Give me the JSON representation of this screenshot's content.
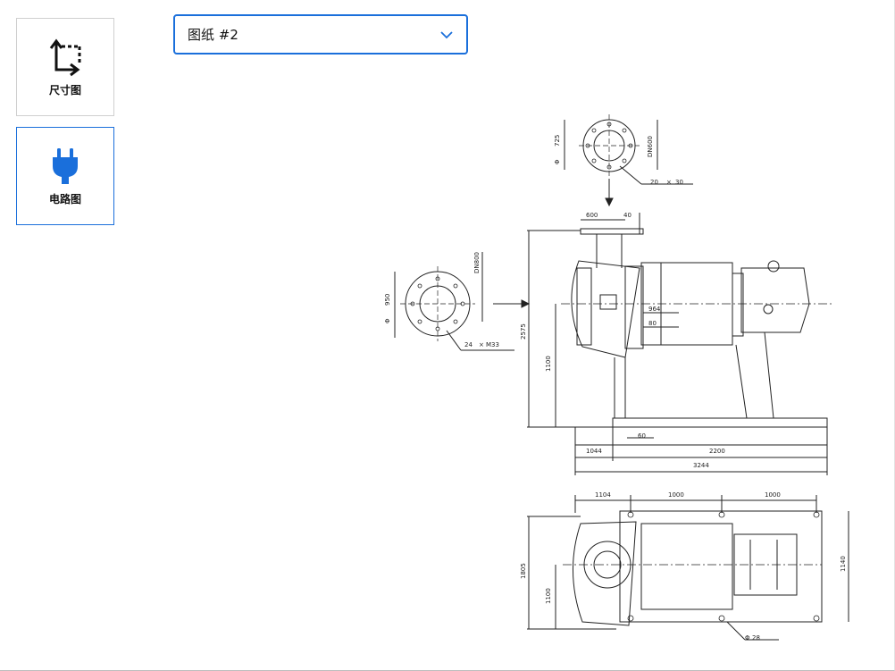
{
  "sidebar": {
    "items": [
      {
        "label": "尺寸图",
        "icon": "dimension-crop-icon",
        "active": false
      },
      {
        "label": "电路图",
        "icon": "plug-icon",
        "active": true
      }
    ]
  },
  "drawing_select": {
    "value": "图纸 #2",
    "icon": "chevron-down-icon"
  },
  "colors": {
    "accent": "#1a6fdb",
    "border": "#cfcfcf"
  },
  "drawing": {
    "labels": {
      "top_flange_dia": "725",
      "top_flange_dn": "DN600",
      "top_bolts_count": "20",
      "top_bolts_size": "30",
      "dim_600": "600",
      "dim_40": "40",
      "left_flange_dia": "950",
      "left_flange_dn": "DN800",
      "left_bolts_count": "24",
      "left_bolts_size": "M33",
      "height_total": "2575",
      "height_axis": "1100",
      "shaft_964": "964",
      "shaft_80": "80",
      "dim_60": "60",
      "dim_1044": "1044",
      "dim_2200": "2200",
      "dim_3244": "3244",
      "plan_1104": "1104",
      "plan_1000a": "1000",
      "plan_1000b": "1000",
      "plan_1805": "1805",
      "plan_1100": "1100",
      "plan_1140": "1140",
      "hole_dia": "28",
      "phi": "Φ",
      "times": "×"
    }
  }
}
